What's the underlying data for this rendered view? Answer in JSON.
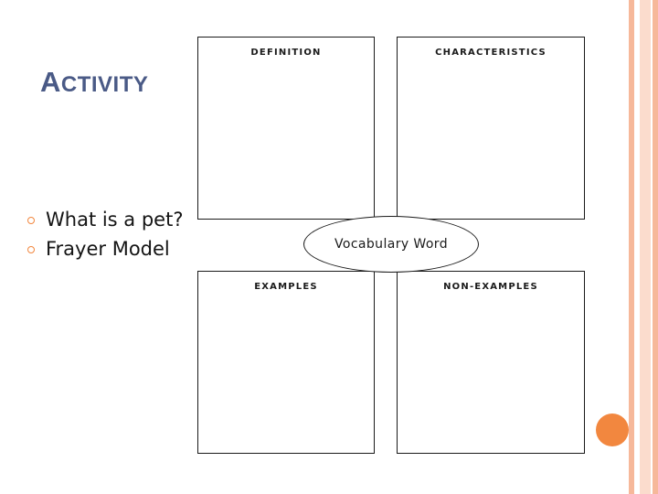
{
  "slide": {
    "title_first_letter": "A",
    "title_rest": "CTIVITY",
    "bullets": [
      {
        "text": "What is a pet?"
      },
      {
        "text": "Frayer Model"
      }
    ],
    "frayer": {
      "definition_label": "DEFINITION",
      "characteristics_label": "CHARACTERISTICS",
      "examples_label": "EXAMPLES",
      "non_examples_label": "NON-EXAMPLES",
      "center_label": "Vocabulary Word"
    },
    "colors": {
      "title": "#4a5a86",
      "accent_orange": "#f2873f",
      "bar_light": "#fbdccd",
      "bar_dark": "#f6b89a",
      "outline": "#1a1a1a"
    }
  }
}
